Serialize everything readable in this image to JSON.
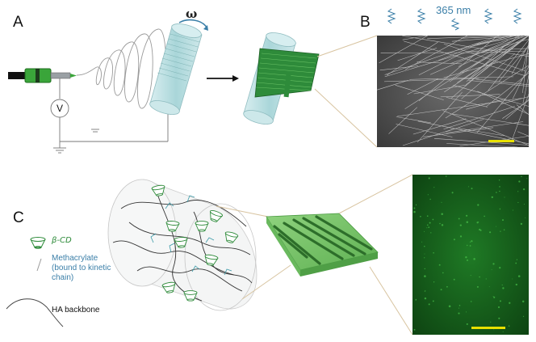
{
  "panels": {
    "a": "A",
    "b": "B",
    "c": "C"
  },
  "electrospinning": {
    "voltage_symbol": "V",
    "rotation_symbol": "ω"
  },
  "uv": {
    "label": "365 nm"
  },
  "legend": {
    "beta_cd": "β-CD",
    "methacrylate_line1": "Methacrylate",
    "methacrylate_line2": "(bound to kinetic",
    "methacrylate_line3": "chain)",
    "ha_backbone": "HA backbone"
  },
  "colors": {
    "fiber_green": "#2e8b3a",
    "mandrel_teal": "#b5dde0",
    "scale_bar_yellow": "#e8e000",
    "uv_blue": "#3b7fa8"
  }
}
